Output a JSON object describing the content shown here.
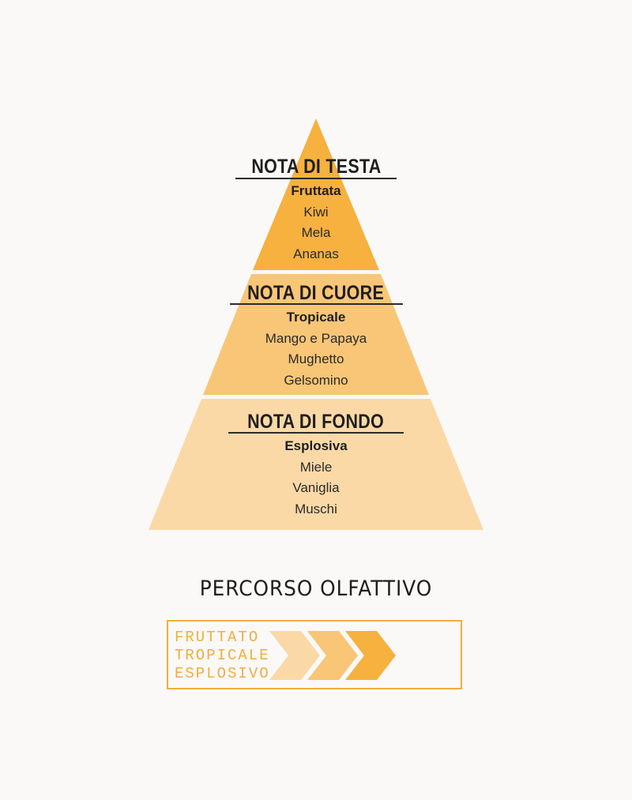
{
  "colors": {
    "top": "#f6b13f",
    "middle": "#f8c676",
    "bottom": "#fbd9a6",
    "divider": "#fbf9f8",
    "rule": "#2b2b2b",
    "accent": "#f2ad3c"
  },
  "pyramid": {
    "tiers": [
      {
        "title": "NOTA DI TESTA",
        "category": "Fruttata",
        "notes": [
          "Kiwi",
          "Mela",
          "Ananas"
        ]
      },
      {
        "title": "NOTA DI CUORE",
        "category": "Tropicale",
        "notes": [
          "Mango e Papaya",
          "Mughetto",
          "Gelsomino"
        ]
      },
      {
        "title": "NOTA DI FONDO",
        "category": "Esplosiva",
        "notes": [
          "Miele",
          "Vaniglia",
          "Muschi"
        ]
      }
    ]
  },
  "journey": {
    "title": "PERCORSO OLFATTIVO",
    "words": [
      "FRUTTATO",
      "TROPICALE",
      "ESPLOSIVO"
    ]
  }
}
